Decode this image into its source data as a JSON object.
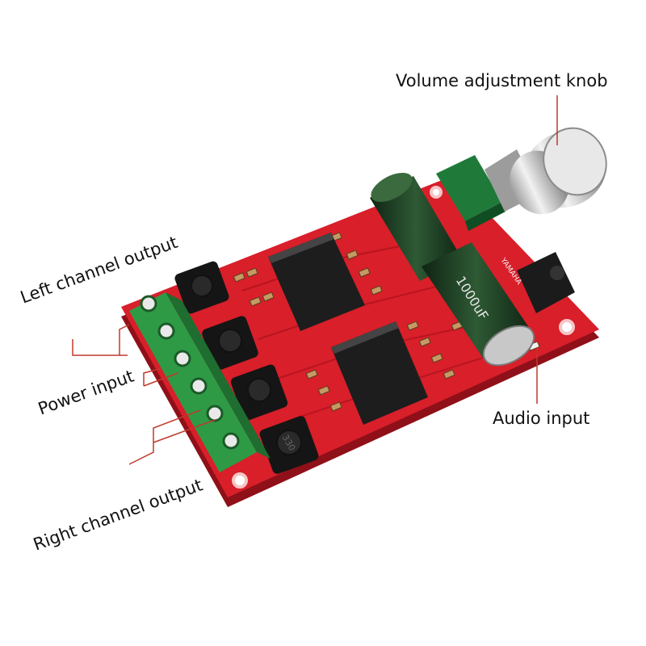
{
  "labels": {
    "volume_knob": "Volume adjustment knob",
    "left_channel": "Left channel output",
    "power_input": "Power input",
    "right_channel": "Right channel output",
    "audio_input": "Audio input"
  },
  "board_markings": {
    "capacitor_value": "1000uF",
    "brand": "YAMAHA",
    "inductor_code": "330"
  },
  "colors": {
    "pcb": "#d81f2a",
    "terminal_block": "#2f9a45",
    "capacitor": "#1d3b22",
    "potentiometer": "#1f7a3a",
    "callout_line": "#c0392b"
  }
}
